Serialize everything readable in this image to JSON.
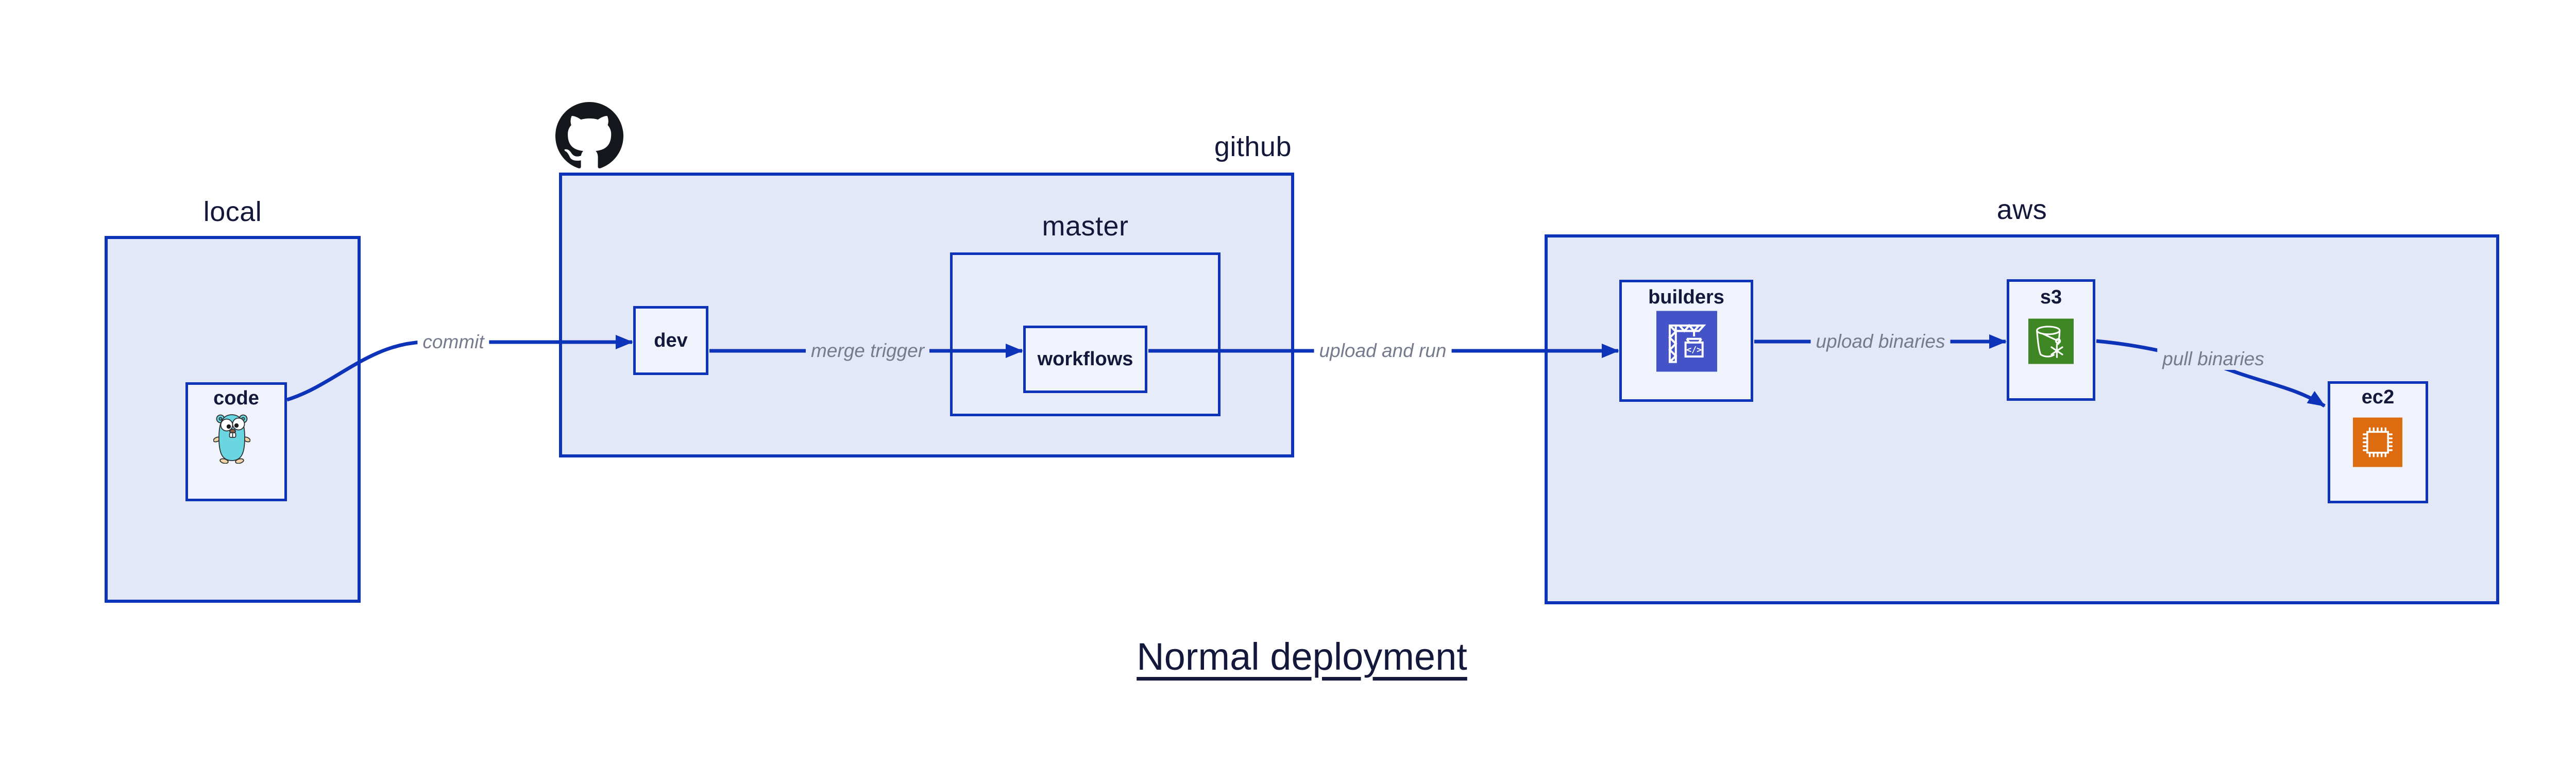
{
  "title": "Normal deployment",
  "groups": {
    "local": {
      "label": "local"
    },
    "github": {
      "label": "github"
    },
    "master": {
      "label": "master"
    },
    "aws": {
      "label": "aws"
    }
  },
  "nodes": {
    "code": {
      "label": "code",
      "icon": "go-gopher-icon"
    },
    "dev": {
      "label": "dev"
    },
    "workflows": {
      "label": "workflows"
    },
    "builders": {
      "label": "builders",
      "icon": "codebuild-crane-icon"
    },
    "s3": {
      "label": "s3",
      "icon": "s3-glacier-bucket-icon"
    },
    "ec2": {
      "label": "ec2",
      "icon": "ec2-chip-icon"
    }
  },
  "edges": [
    {
      "from": "code",
      "to": "dev",
      "label": "commit"
    },
    {
      "from": "dev",
      "to": "workflows",
      "label": "merge trigger"
    },
    {
      "from": "workflows",
      "to": "builders",
      "label": "upload and run"
    },
    {
      "from": "builders",
      "to": "s3",
      "label": "upload binaries"
    },
    {
      "from": "s3",
      "to": "ec2",
      "label": "pull binaries"
    }
  ],
  "icons": {
    "header": "github-octocat-icon"
  },
  "colors": {
    "outline_blue": "#0d33b8",
    "group_fill": "#e2e8f8",
    "node_fill": "#f0f3fb",
    "navy_text": "#14193b",
    "edge_label_gray": "#757a8d",
    "codebuild_indigo": "#4453c7",
    "s3_green": "#3f8624",
    "ec2_orange": "#dd6b10",
    "gopher_teal": "#6ad6e2",
    "octocat_black": "#14171c"
  }
}
